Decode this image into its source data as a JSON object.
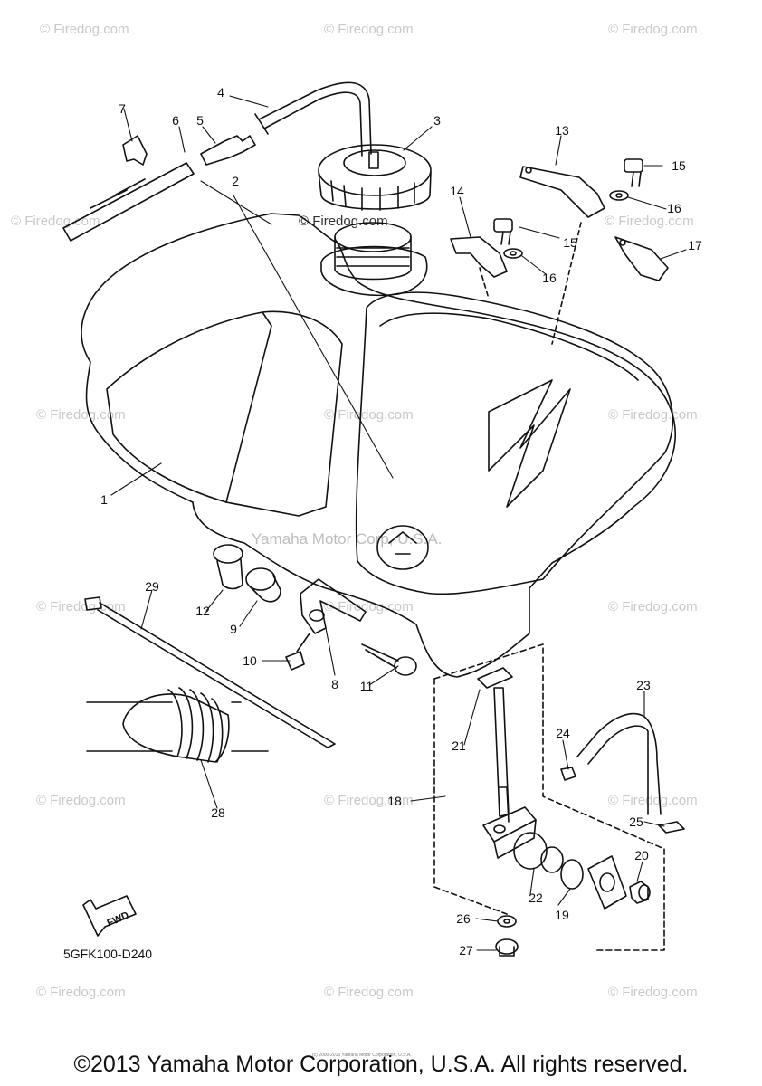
{
  "watermarks": {
    "text": "© Firedog.com",
    "center_text": "Yamaha Motor Corp, U.S.A."
  },
  "diagram": {
    "code": "5GFK100-D240",
    "fwd_label": "FWD"
  },
  "callouts": [
    "1",
    "2",
    "3",
    "4",
    "5",
    "6",
    "7",
    "8",
    "9",
    "10",
    "11",
    "12",
    "13",
    "14",
    "15",
    "15",
    "16",
    "16",
    "17",
    "18",
    "19",
    "20",
    "21",
    "22",
    "23",
    "24",
    "25",
    "26",
    "27",
    "28",
    "29"
  ],
  "footer": {
    "copyright": "©2013 Yamaha Motor Corporation, U.S.A. All rights reserved.",
    "tiny_copyright": "(c) 2000-2015 Yamaha Motor Corporation, U.S.A."
  }
}
